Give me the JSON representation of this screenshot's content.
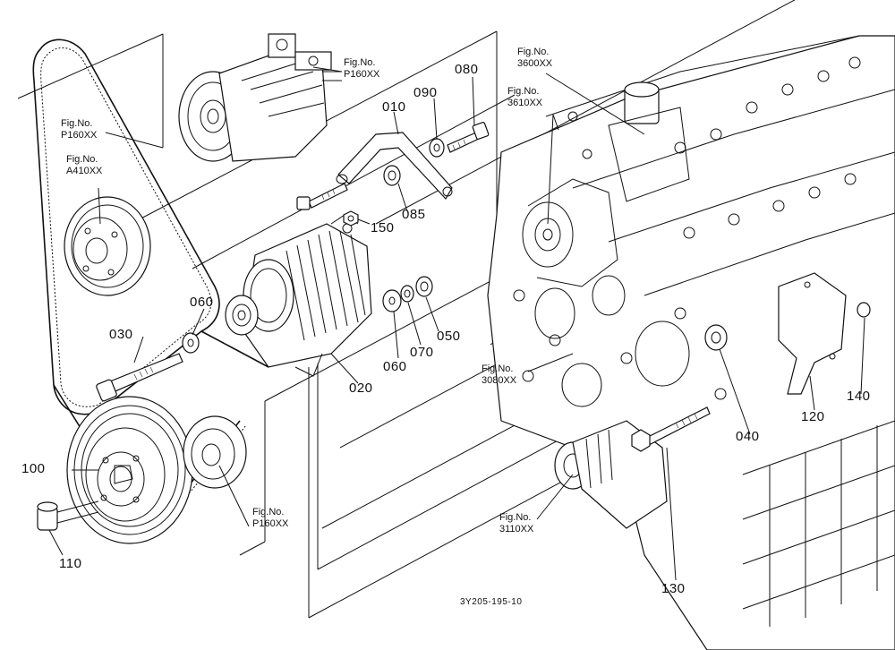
{
  "drawing": {
    "document_id": "3Y205-195-10",
    "part_numbers": [
      "010",
      "020",
      "030",
      "040",
      "050",
      "060",
      "060",
      "070",
      "080",
      "085",
      "090",
      "100",
      "110",
      "120",
      "130",
      "140",
      "150"
    ],
    "fig_refs": [
      {
        "label": "Fig.No.",
        "code": "P160XX"
      },
      {
        "label": "Fig.No.",
        "code": "P160XX"
      },
      {
        "label": "Fig.No.",
        "code": "A410XX"
      },
      {
        "label": "Fig.No.",
        "code": "3600XX"
      },
      {
        "label": "Fig.No.",
        "code": "3610XX"
      },
      {
        "label": "Fig.No.",
        "code": "3080XX"
      },
      {
        "label": "Fig.No.",
        "code": "3110XX"
      },
      {
        "label": "Fig.No.",
        "code": "P160XX"
      }
    ]
  }
}
